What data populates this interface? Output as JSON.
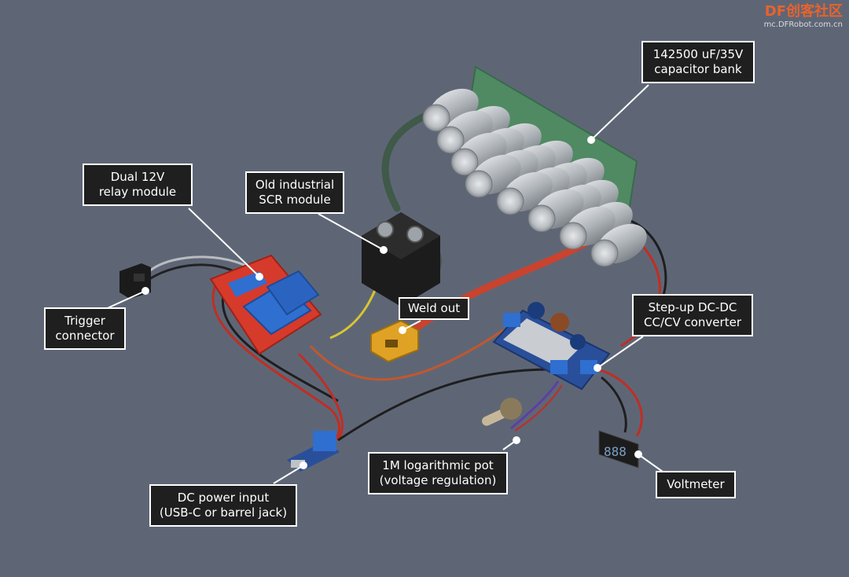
{
  "watermark": {
    "logo": "DF创客社区",
    "url": "mc.DFRobot.com.cn"
  },
  "labels": {
    "capacitor_bank": {
      "line1": "142500 uF/35V",
      "line2": "capacitor bank"
    },
    "relay_module": {
      "line1": "Dual 12V",
      "line2": "relay module"
    },
    "scr_module": {
      "line1": "Old industrial",
      "line2": "SCR module"
    },
    "trigger_connector": {
      "line1": "Trigger",
      "line2": "connector"
    },
    "weld_out": {
      "line1": "Weld out"
    },
    "step_up_converter": {
      "line1": "Step-up DC-DC",
      "line2": "CC/CV converter"
    },
    "log_pot": {
      "line1": "1M logarithmic pot",
      "line2": "(voltage regulation)"
    },
    "voltmeter": {
      "line1": "Voltmeter"
    },
    "power_input": {
      "line1": "DC power input",
      "line2": "(USB-C or barrel jack)"
    }
  },
  "colors": {
    "background": "#5e6676",
    "label_bg": "#1f1f1f",
    "label_border": "#ffffff",
    "capacitor": "#b5b9bd",
    "pcb_green": "#4f8a63",
    "relay_blue": "#2f6fd0",
    "relay_board": "#d63a2b",
    "converter_board": "#2a4f9a",
    "xt60": "#e0a224",
    "wire_red": "#d43a2a",
    "wire_green": "#3f5a48"
  },
  "voltmeter_display": "888"
}
